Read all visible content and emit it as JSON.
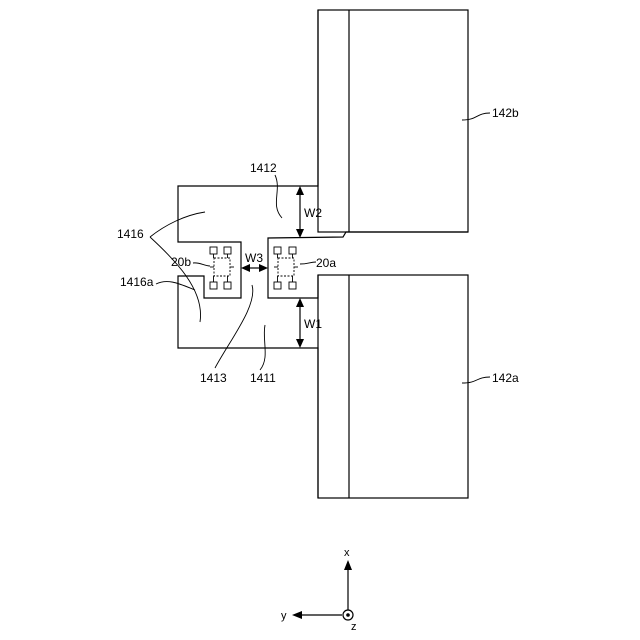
{
  "labels": {
    "plate_b": "142b",
    "plate_a": "142a",
    "conductor_upper": "1412",
    "conductor_lower": "1411",
    "gap_region": "1413",
    "end_part": "1416",
    "end_part_edge": "1416a",
    "element_b": "20b",
    "element_a": "20a",
    "width_w1": "W1",
    "width_w2": "W2",
    "width_w3": "W3"
  },
  "axes": {
    "x": "x",
    "y": "y",
    "z": "z"
  }
}
